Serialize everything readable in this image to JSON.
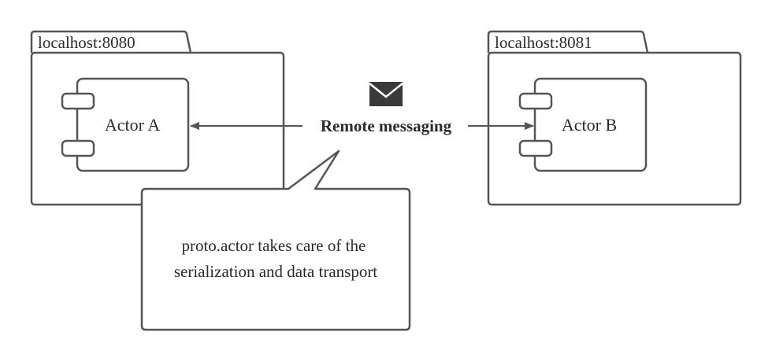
{
  "packages": [
    {
      "id": "left",
      "tab_label": "localhost:8080",
      "component_label": "Actor A"
    },
    {
      "id": "right",
      "tab_label": "localhost:8081",
      "component_label": "Actor B"
    }
  ],
  "message": {
    "label": "Remote messaging",
    "icon": "envelope-icon"
  },
  "note": {
    "lines": [
      "proto.actor takes care of the",
      "serialization and data transport"
    ]
  },
  "colors": {
    "stroke": "#555555",
    "icon": "#3a3a3a",
    "text": "#2b2b2b"
  }
}
